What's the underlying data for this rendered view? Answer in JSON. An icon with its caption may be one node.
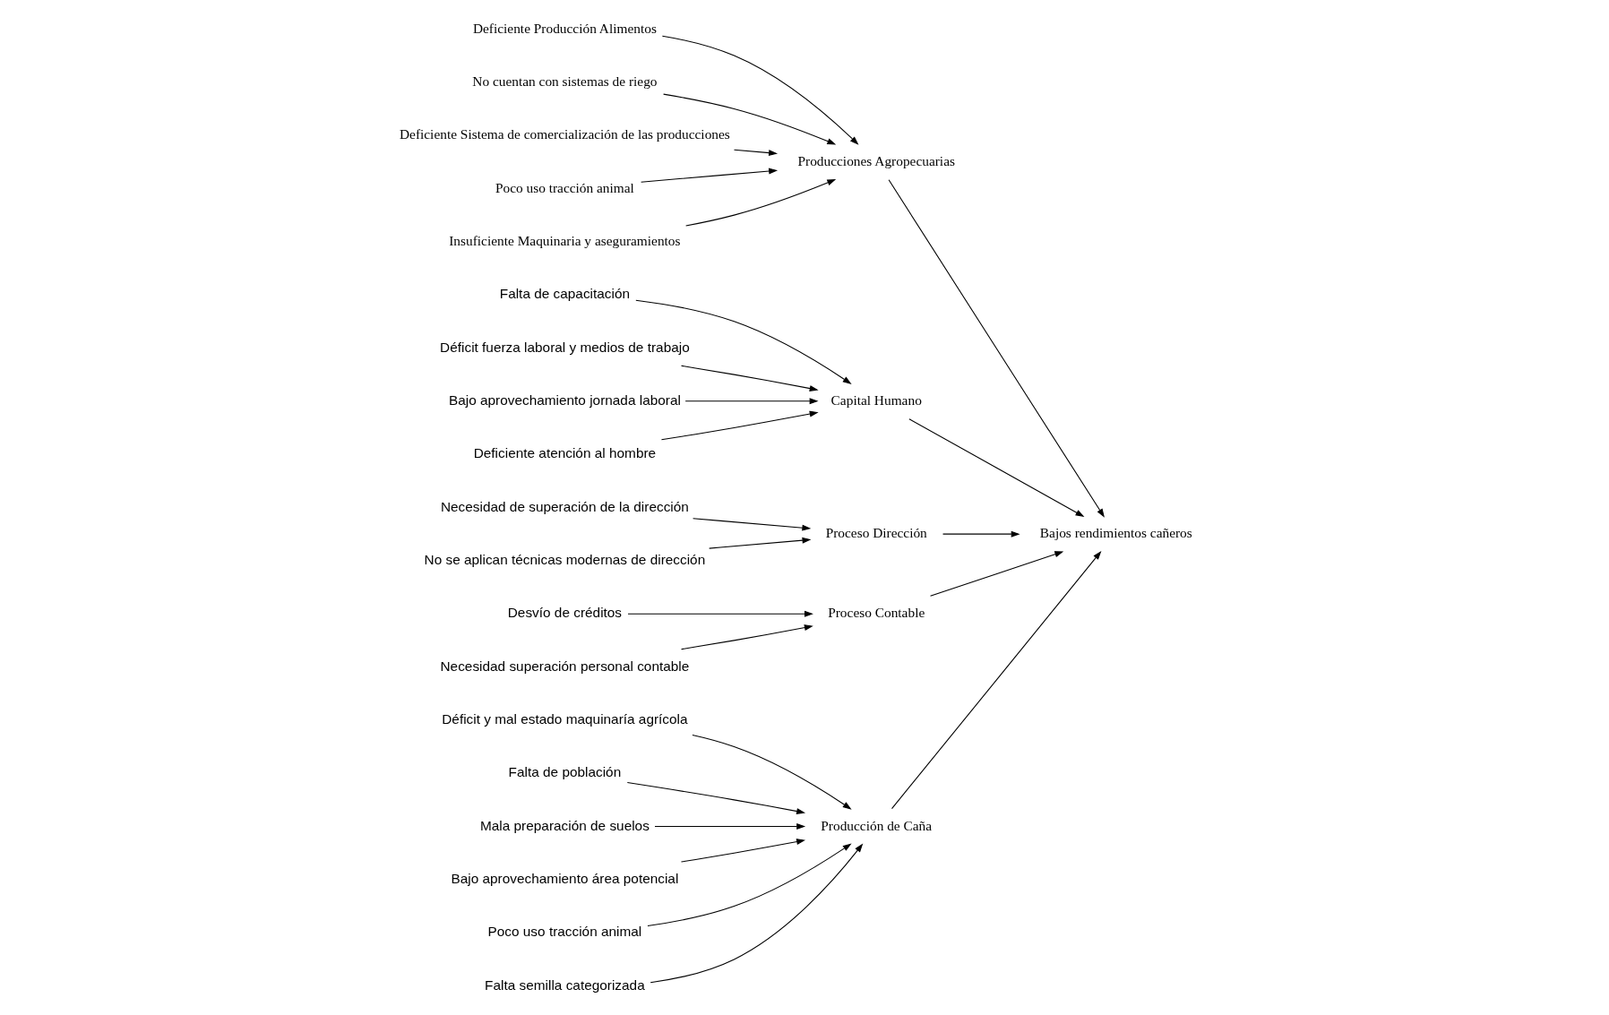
{
  "diagram": {
    "nodes": [
      {
        "text": [
          "Producción de Caña"
        ]
      },
      {
        "text": [
          "Déficit y mal estado maquinaría agrícola"
        ]
      },
      {
        "text": [
          "Falta de población"
        ]
      },
      {
        "text": [
          "Mala preparación de suelos"
        ]
      },
      {
        "text": [
          "Bajo aprovechamiento área potencial"
        ]
      },
      {
        "text": [
          "Poco uso tracción animal"
        ]
      },
      {
        "text": [
          "Falta semilla categorizada"
        ]
      },
      {
        "text": [
          "Producciones Agropecuarias"
        ]
      },
      {
        "text": [
          "Deficiente Producción Alimentos"
        ]
      },
      {
        "text": [
          "No cuentan con sistemas de riego"
        ]
      },
      {
        "text": [
          "Deficiente Sistema de comercialización de las producciones"
        ]
      },
      {
        "text": [
          "Poco uso tracción animal"
        ]
      },
      {
        "text": [
          "Insuficiente Maquinaria y aseguramientos"
        ]
      },
      {
        "text": [
          "Bajos rendimientos cañeros"
        ]
      },
      {
        "text": [
          "Falta de capacitación"
        ]
      },
      {
        "text": [
          "Déficit fuerza laboral y medios de trabajo"
        ]
      },
      {
        "text": [
          "Bajo aprovechamiento jornada laboral"
        ]
      },
      {
        "text": [
          "Deficiente atención al hombre"
        ]
      },
      {
        "text": [
          "Necesidad de superación de la dirección"
        ]
      },
      {
        "text": [
          "No se aplican técnicas modernas de dirección"
        ]
      },
      {
        "text": [
          "Desvío de créditos"
        ]
      },
      {
        "text": [
          "Necesidad superación personal contable"
        ]
      },
      {
        "text": [
          "Capital Humano"
        ]
      },
      {
        "text": [
          "Proceso Dirección"
        ]
      },
      {
        "text": [
          "Proceso Contable"
        ]
      }
    ],
    "edges": [
      {
        "from": 1,
        "to": 0,
        "arrow": "to"
      },
      {
        "from": 2,
        "to": 0,
        "arrow": "to"
      },
      {
        "from": 3,
        "to": 0,
        "arrow": "to"
      },
      {
        "from": 4,
        "to": 0,
        "arrow": "to"
      },
      {
        "from": 5,
        "to": 0,
        "arrow": "to"
      },
      {
        "from": 6,
        "to": 0,
        "arrow": "to"
      },
      {
        "from": 8,
        "to": 7,
        "arrow": "to"
      },
      {
        "from": 9,
        "to": 7,
        "arrow": "to"
      },
      {
        "from": 10,
        "to": 7,
        "arrow": "to"
      },
      {
        "from": 11,
        "to": 7,
        "arrow": "to"
      },
      {
        "from": 12,
        "to": 7,
        "arrow": "to"
      },
      {
        "from": 14,
        "to": 22,
        "arrow": "to"
      },
      {
        "from": 15,
        "to": 22,
        "arrow": "to"
      },
      {
        "from": 16,
        "to": 22,
        "arrow": "to"
      },
      {
        "from": 17,
        "to": 22,
        "arrow": "to"
      },
      {
        "from": 18,
        "to": 23,
        "arrow": "to"
      },
      {
        "from": 19,
        "to": 23,
        "arrow": "to"
      },
      {
        "from": 20,
        "to": 24,
        "arrow": "to"
      },
      {
        "from": 21,
        "to": 24,
        "arrow": "to"
      },
      {
        "from": 0,
        "to": 13,
        "arrow": "to"
      },
      {
        "from": 7,
        "to": 13,
        "arrow": "to"
      },
      {
        "from": 22,
        "to": 13,
        "arrow": "to"
      },
      {
        "from": 23,
        "to": 13,
        "arrow": "to"
      },
      {
        "from": 24,
        "to": 13,
        "arrow": "to"
      }
    ]
  }
}
